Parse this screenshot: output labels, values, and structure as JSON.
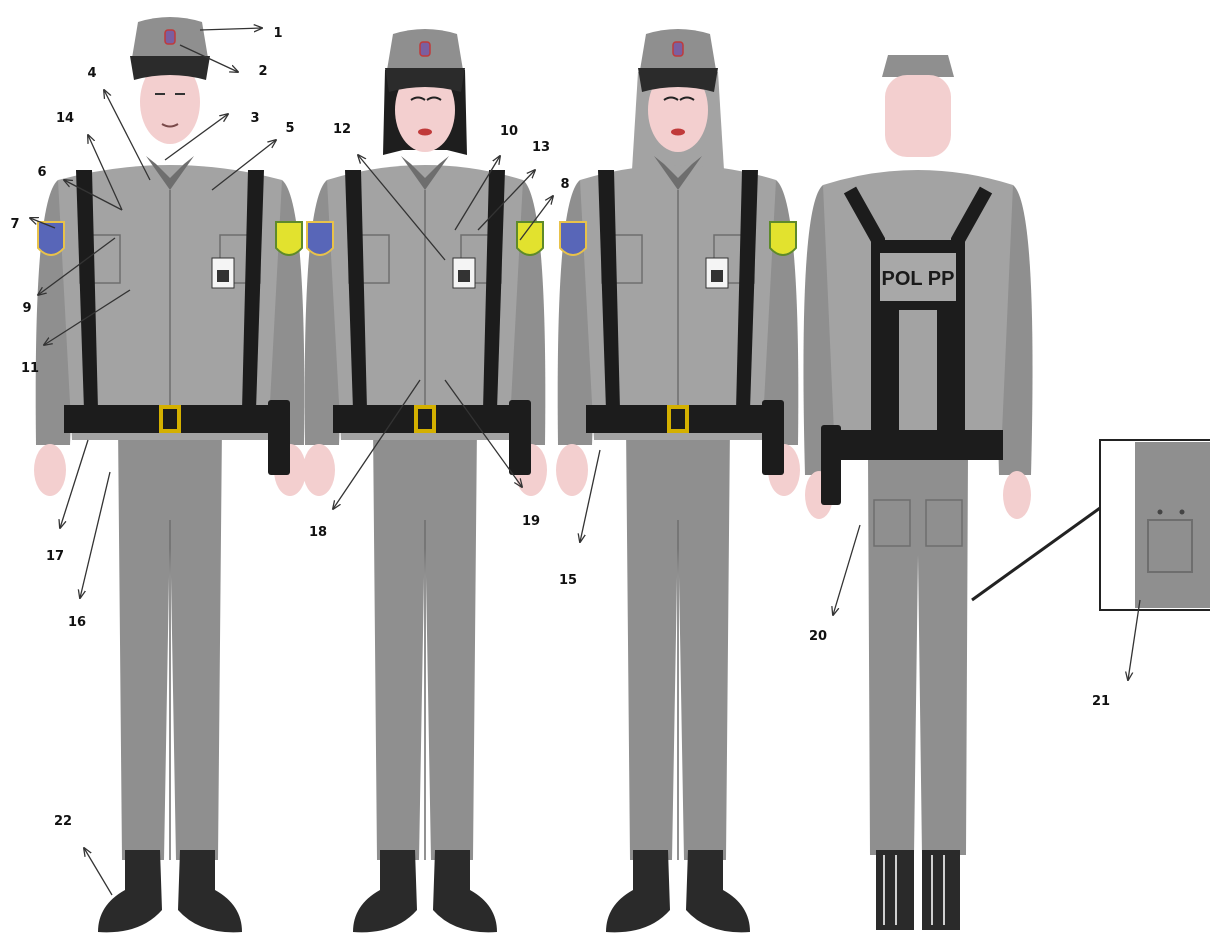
{
  "colors": {
    "uniform": "#8f8f8f",
    "uniform_light": "#a3a3a3",
    "uniform_dark": "#6e6e6e",
    "strap": "#1c1c1c",
    "buckle": "#d4b000",
    "skin": "#f3cfcf",
    "boot": "#2a2a2a",
    "arrow": "#333333",
    "left_patch": "#5866b8",
    "right_patch": "#e2e22e"
  },
  "figures": [
    {
      "id": "male-front",
      "view": "front"
    },
    {
      "id": "female-front-hair",
      "view": "front"
    },
    {
      "id": "female-front-hijab",
      "view": "front"
    },
    {
      "id": "rear",
      "view": "back"
    }
  ],
  "back_patch_text": "POL PP",
  "callouts": [
    "1",
    "2",
    "3",
    "4",
    "5",
    "6",
    "7",
    "8",
    "9",
    "10",
    "11",
    "12",
    "13",
    "14",
    "15",
    "16",
    "17",
    "18",
    "19",
    "20",
    "21",
    "22"
  ],
  "icons": {
    "arrow": "callout-arrow-icon",
    "cap_badge": "cap-badge-icon",
    "shoulder_patch_left": "shoulder-patch-left-icon",
    "shoulder_patch_right": "shoulder-patch-right-icon",
    "name_tag": "name-tag-icon",
    "holster": "holster-icon"
  }
}
